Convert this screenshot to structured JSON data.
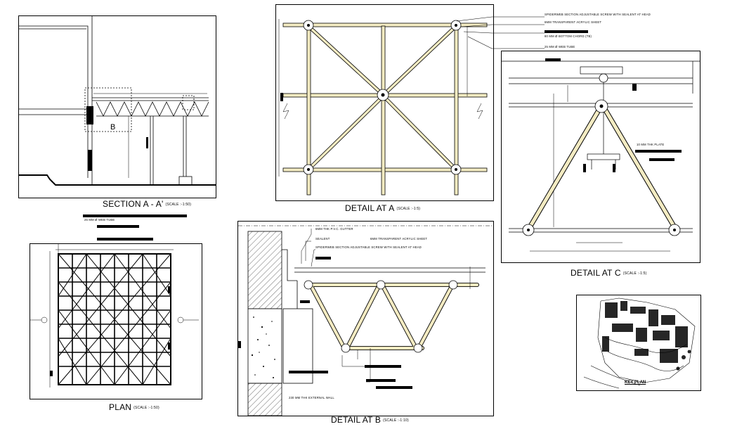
{
  "drawings": {
    "section": {
      "title": "SECTION A - A'",
      "scale": "(SCALE :-1:50)",
      "marker": "B"
    },
    "plan": {
      "title": "PLAN",
      "scale": "(SCALE :-1:50)",
      "note_tube": "25 MM Ø WEB TUBE"
    },
    "detail_a": {
      "title": "DETAIL AT A",
      "scale": "(SCALE :-1:5)",
      "notes": [
        "SPIDERWEB SECTION ADJUSTABLE SCREW WITH SEALENT AT HEAD",
        "6MM TRANSPARENT ACRYLIC SHEET",
        "80 MM Ø BOTTOM CHORD (TB)",
        "25 MM Ø WEB TUBE"
      ]
    },
    "detail_b": {
      "title": "DETAIL AT B",
      "scale": "(SCALE :-1:10)",
      "notes": [
        "6MM THK P.V.C. GUTTER",
        "SEALENT",
        "6MM TRANSPARENT ACRYLIC SHEET",
        "SPIDERWEB SECTION ADJUSTABLE SCREW WITH SEALENT AT HEAD",
        "230 MM THK EXTERNAL WALL"
      ]
    },
    "detail_c": {
      "title": "DETAIL AT C",
      "scale": "(SCALE :-1:5)",
      "note_plate": "10 MM THK PLATE"
    },
    "key_plan": {
      "title": "KEY PLAN"
    }
  },
  "colors": {
    "line": "#000000",
    "member_fill": "#f3ebc2",
    "paper": "#ffffff"
  }
}
